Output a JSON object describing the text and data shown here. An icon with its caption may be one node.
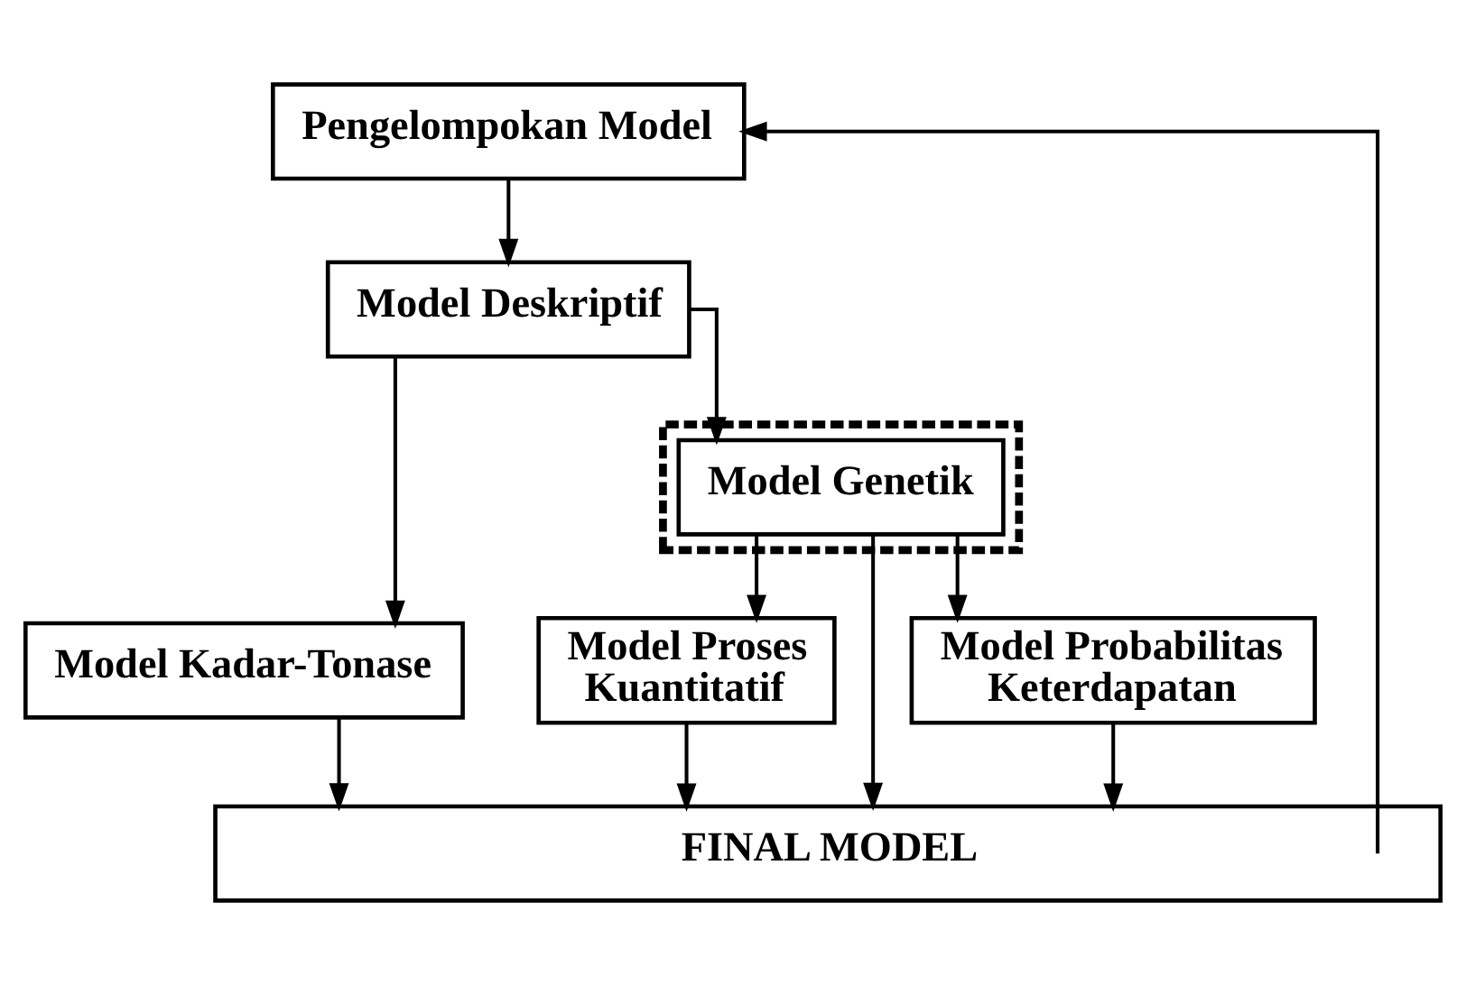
{
  "diagram": {
    "nodes": [
      {
        "text": [
          "Pengelompokan Model"
        ]
      },
      {
        "text": [
          "Model Deskriptif"
        ]
      },
      {
        "text": [
          "Model Kadar-Tonase"
        ]
      },
      {
        "text": [],
        "shape": "box"
      },
      {
        "text": [
          "Model Genetik"
        ],
        "in": 3
      },
      {
        "text": [
          "Model Proses Kuantitatif"
        ]
      },
      {
        "text": [
          "Model Probabilitas Keterdapatan"
        ]
      },
      {
        "text": [
          "FINAL MODEL"
        ]
      }
    ],
    "edges": [
      {
        "from": 0,
        "to": 1,
        "arrow": "to"
      },
      {
        "from": 1,
        "to": 2,
        "arrow": "to"
      },
      {
        "from": 1,
        "to": 4,
        "arrow": "to"
      },
      {
        "from": 4,
        "to": 5,
        "arrow": "to"
      },
      {
        "from": 4,
        "to": 6,
        "arrow": "to"
      },
      {
        "from": 2,
        "to": 7,
        "arrow": "to"
      },
      {
        "from": 5,
        "to": 7,
        "arrow": "to"
      },
      {
        "from": 4,
        "to": 7,
        "arrow": "to"
      },
      {
        "from": 6,
        "to": 7,
        "arrow": "to"
      },
      {
        "from": 7,
        "to": 0,
        "arrow": "to"
      }
    ]
  }
}
